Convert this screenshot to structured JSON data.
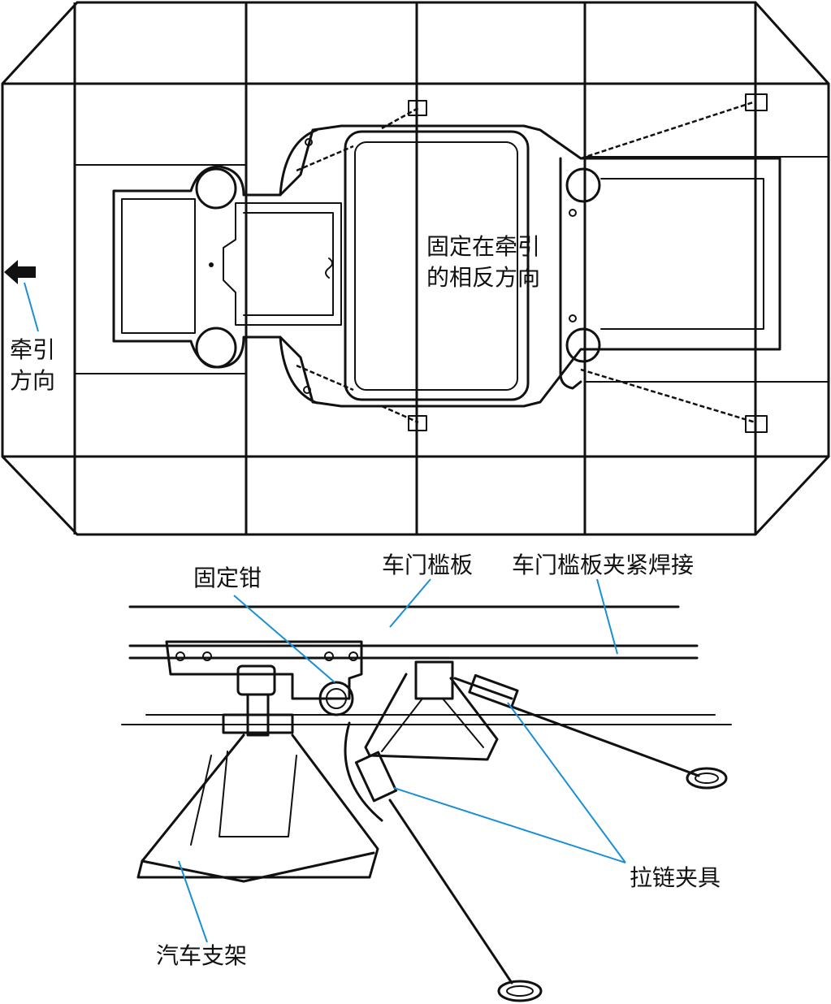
{
  "top_view": {
    "label_pull_direction": [
      "牵引",
      "方向"
    ],
    "label_fix_opposite": [
      "固定在牵引",
      "的相反方向"
    ]
  },
  "side_view": {
    "label_clamp": "固定钳",
    "label_sill": "车门槛板",
    "label_sill_weld": "车门槛板夹紧焊接",
    "label_chain_clamp": "拉链夹具",
    "label_stand": "汽车支架"
  },
  "colors": {
    "line": "#111111",
    "leader": "#1a8fd6"
  }
}
